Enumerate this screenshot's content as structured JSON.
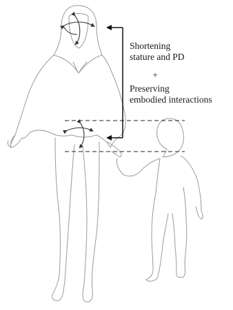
{
  "caption": {
    "shortening_line1": "Shortening",
    "shortening_line2": "stature and PD",
    "plus": "+",
    "preserving_line1": "Preserving",
    "preserving_line2": "embodied interactions"
  },
  "colors": {
    "outline": "#9a9a9a",
    "arrow": "#111111",
    "text": "#1a1a1a"
  }
}
